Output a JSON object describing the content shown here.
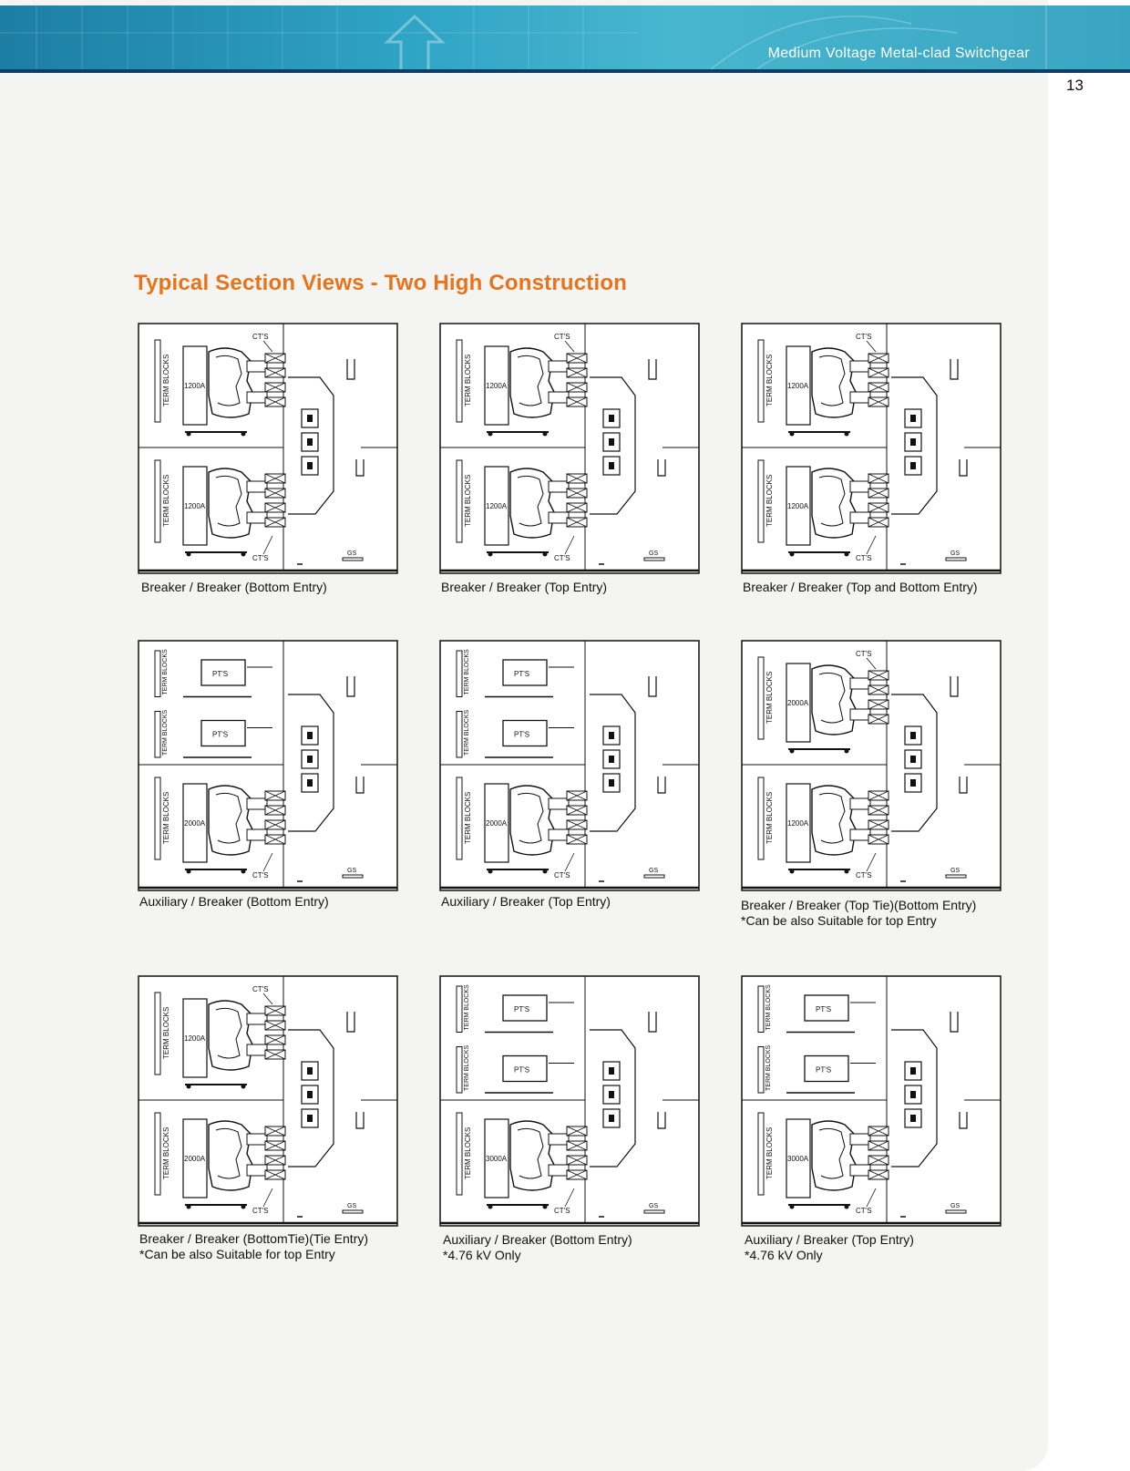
{
  "header": {
    "title": "Medium Voltage Metal-clad Switchgear",
    "page_number": "13"
  },
  "section": {
    "heading": "Typical Section Views - Two High Construction"
  },
  "diagram_labels": {
    "term_blocks": "TERM BLOCKS",
    "cts": "CT'S",
    "pts": "PT'S",
    "gs": "GS"
  },
  "views": [
    {
      "caption": "Breaker / Breaker (Bottom Entry)",
      "note": "",
      "upper": {
        "type": "breaker",
        "rating": "1200A"
      },
      "lower": {
        "type": "breaker",
        "rating": "1200A"
      }
    },
    {
      "caption": "Breaker / Breaker (Top Entry)",
      "note": "",
      "upper": {
        "type": "breaker",
        "rating": "1200A"
      },
      "lower": {
        "type": "breaker",
        "rating": "1200A"
      }
    },
    {
      "caption": "Breaker / Breaker (Top and Bottom Entry)",
      "note": "",
      "upper": {
        "type": "breaker",
        "rating": "1200A"
      },
      "lower": {
        "type": "breaker",
        "rating": "1200A"
      }
    },
    {
      "caption": "Auxiliary / Breaker (Bottom Entry)",
      "note": "",
      "upper": {
        "type": "auxiliary"
      },
      "lower": {
        "type": "breaker",
        "rating": "2000A"
      }
    },
    {
      "caption": "Auxiliary / Breaker (Top Entry)",
      "note": "",
      "upper": {
        "type": "auxiliary"
      },
      "lower": {
        "type": "breaker",
        "rating": "2000A"
      }
    },
    {
      "caption": "Breaker / Breaker (Top Tie)(Bottom Entry)",
      "note": "*Can be also Suitable for top Entry",
      "upper": {
        "type": "breaker",
        "rating": "2000A"
      },
      "lower": {
        "type": "breaker",
        "rating": "1200A"
      }
    },
    {
      "caption": "Breaker / Breaker (BottomTie)(Tie Entry)",
      "note": "*Can be also Suitable for top Entry",
      "upper": {
        "type": "breaker",
        "rating": "1200A"
      },
      "lower": {
        "type": "breaker",
        "rating": "2000A"
      }
    },
    {
      "caption": "Auxiliary / Breaker (Bottom Entry)",
      "note": "*4.76 kV Only",
      "upper": {
        "type": "auxiliary"
      },
      "lower": {
        "type": "breaker",
        "rating": "3000A"
      }
    },
    {
      "caption": "Auxiliary / Breaker (Top Entry)",
      "note": "*4.76 kV Only",
      "upper": {
        "type": "auxiliary"
      },
      "lower": {
        "type": "breaker",
        "rating": "3000A"
      }
    }
  ]
}
